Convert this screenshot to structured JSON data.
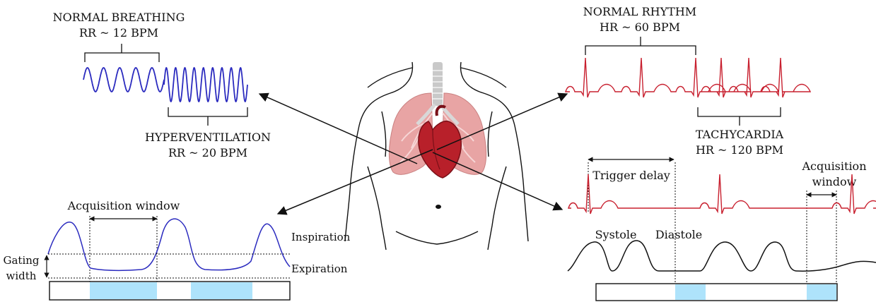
{
  "colors": {
    "breathing": "#2b2bbf",
    "ecg": "#c8202f",
    "window_fill": "#aee3fb",
    "heart": "#b8202a",
    "lungs": "#e8a4a4",
    "trachea": "#c9c9c9",
    "ink": "#111111"
  },
  "respiration": {
    "normal_title": "NORMAL BREATHING",
    "normal_rate": "RR ~ 12 BPM",
    "hyper_title": "HYPERVENTILATION",
    "hyper_rate": "RR ~ 20 BPM"
  },
  "cardiac": {
    "normal_title": "NORMAL RHYTHM",
    "normal_rate": "HR ~ 60 BPM",
    "tachy_title": "TACHYCARDIA",
    "tachy_rate": "HR ~ 120 BPM"
  },
  "resp_gating": {
    "acq_window": "Acquisition window",
    "inspiration": "Inspiration",
    "expiration": "Expiration",
    "gating_line1": "Gating",
    "gating_line2": "width"
  },
  "cardiac_gating": {
    "trigger_delay": "Trigger delay",
    "acq_line1": "Acquisition",
    "acq_line2": "window",
    "systole": "Systole",
    "diastole": "Diastole"
  },
  "icons": [
    "torso-illustration",
    "heart-icon",
    "lungs-icon",
    "trachea-icon"
  ]
}
